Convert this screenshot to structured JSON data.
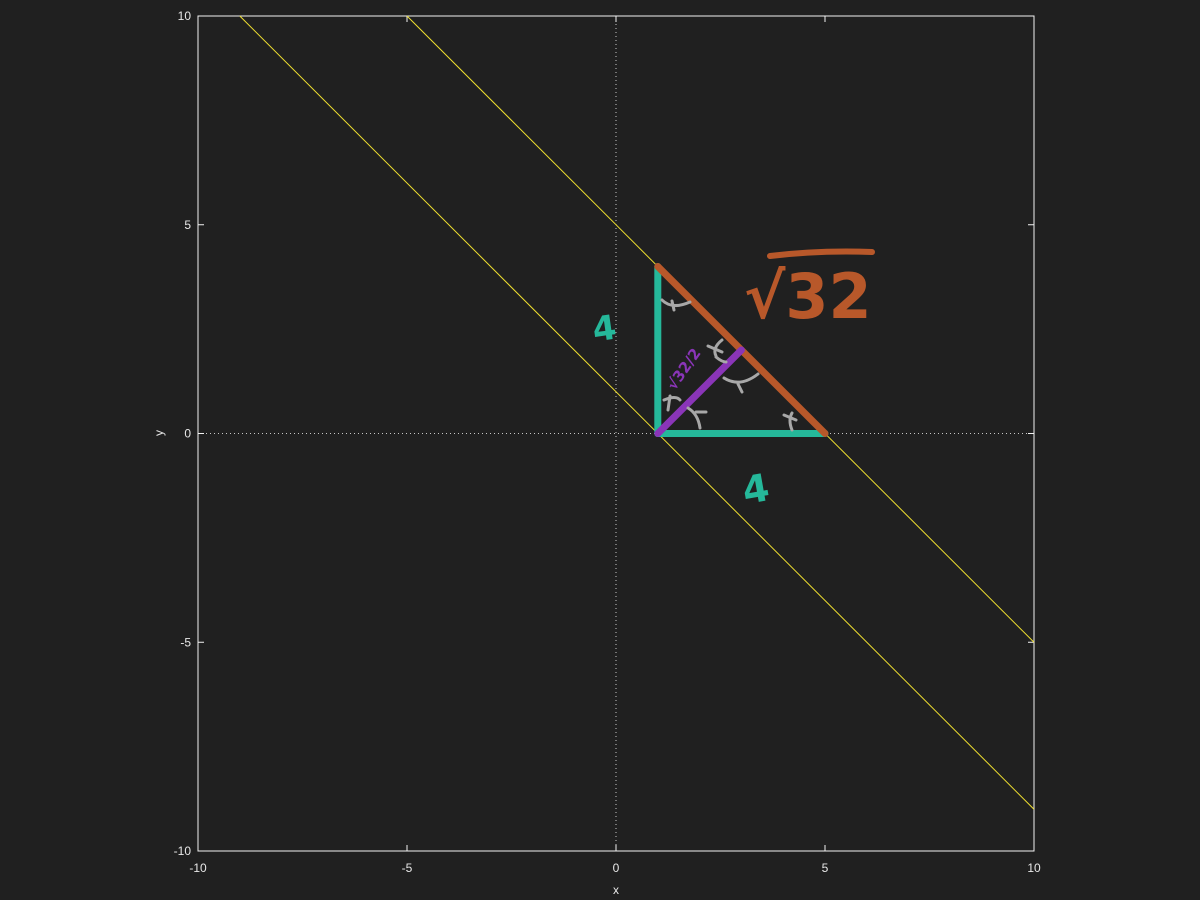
{
  "chart_data": {
    "type": "line",
    "title": "",
    "xlabel": "x",
    "ylabel": "y",
    "xlim": [
      -10,
      10
    ],
    "ylim": [
      -10,
      10
    ],
    "x_ticks": [
      "-10",
      "-5",
      "0",
      "5",
      "10"
    ],
    "y_ticks": [
      "10",
      "5",
      "0",
      "-5",
      "-10"
    ],
    "grid": "zero axes dotted",
    "series": [
      {
        "equation": "y = 1 - x",
        "color": "#f0e030",
        "points": [
          [
            -9,
            10
          ],
          [
            10,
            -9
          ]
        ]
      },
      {
        "equation": "y = 5 - x",
        "color": "#f0e030",
        "points": [
          [
            -5,
            10
          ],
          [
            10,
            -5
          ]
        ]
      }
    ],
    "annotations": {
      "triangle_vertices": [
        [
          1,
          4
        ],
        [
          1,
          0
        ],
        [
          5,
          0
        ]
      ],
      "leg_color": "#25b89a",
      "hypotenuse_color": "#b8582a",
      "altitude": {
        "from": [
          1,
          0
        ],
        "to": [
          3,
          2
        ],
        "color": "#8a35b8"
      },
      "angle_mark_color": "#a8a8a8",
      "labels": {
        "vertical_leg": "4",
        "horizontal_leg": "4",
        "hypotenuse": "√32",
        "altitude": "√32/2"
      }
    }
  }
}
